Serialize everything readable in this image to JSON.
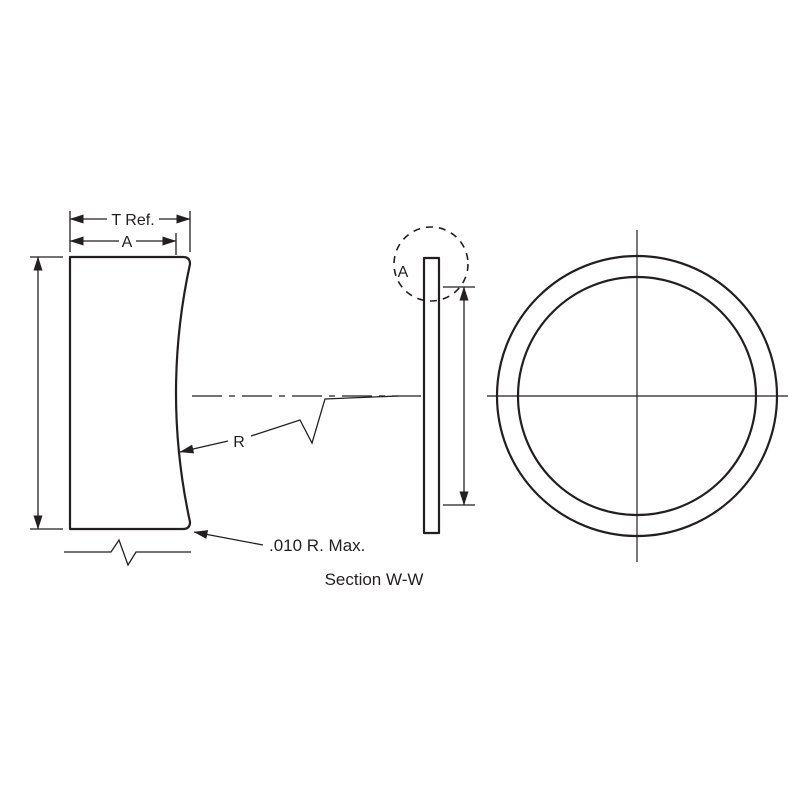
{
  "drawing": {
    "section_title": "Section W-W",
    "labels": {
      "edge_thickness_dim": "T Ref.",
      "center_thickness_dim": "A",
      "surface_radius": "R",
      "corner_radius_note": ".010 R. Max.",
      "detail_callout": "A"
    },
    "colors": {
      "line": "#231f20",
      "background": "#ffffff"
    }
  }
}
